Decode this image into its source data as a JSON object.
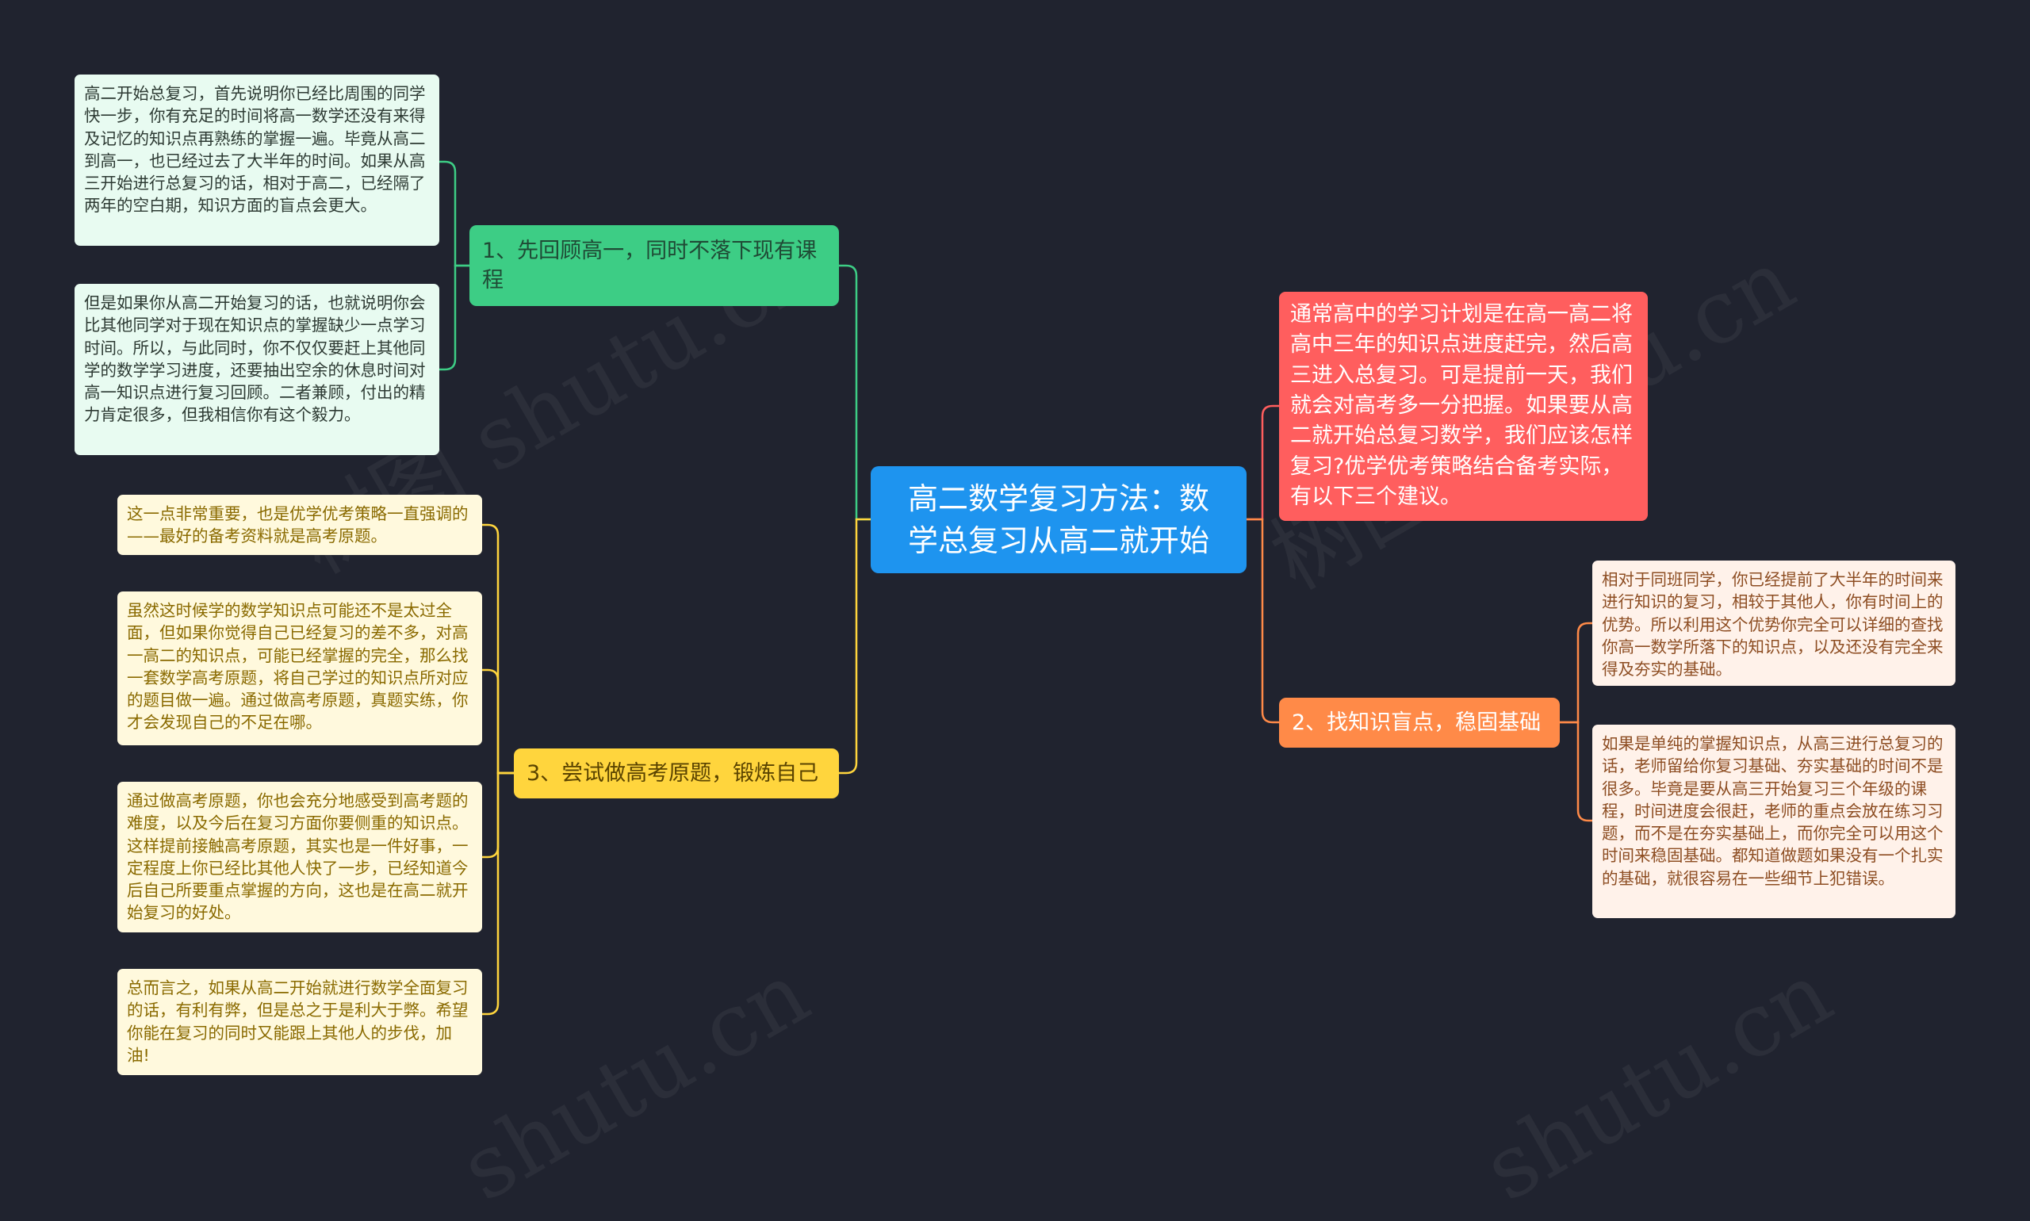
{
  "root": {
    "label": "高二数学复习方法：数学总复习从高二就开始"
  },
  "intro": {
    "text": "通常高中的学习计划是在高一高二将高中三年的知识点进度赶完，然后高三进入总复习。可是提前一天，我们就会对高考多一分把握。如果要从高二就开始总复习数学，我们应该怎样复习?优学优考策略结合备考实际，有以下三个建议。"
  },
  "branch1": {
    "label": "1、先回顾高一，同时不落下现有课程",
    "leaves": [
      "高二开始总复习，首先说明你已经比周围的同学快一步，你有充足的时间将高一数学还没有来得及记忆的知识点再熟练的掌握一遍。毕竟从高二到高一，也已经过去了大半年的时间。如果从高三开始进行总复习的话，相对于高二，已经隔了两年的空白期，知识方面的盲点会更大。",
      "但是如果你从高二开始复习的话，也就说明你会比其他同学对于现在知识点的掌握缺少一点学习时间。所以，与此同时，你不仅仅要赶上其他同学的数学学习进度，还要抽出空余的休息时间对高一知识点进行复习回顾。二者兼顾，付出的精力肯定很多，但我相信你有这个毅力。"
    ]
  },
  "branch2": {
    "label": "2、找知识盲点，稳固基础",
    "leaves": [
      "相对于同班同学，你已经提前了大半年的时间来进行知识的复习，相较于其他人，你有时间上的优势。所以利用这个优势你完全可以详细的查找你高一数学所落下的知识点，以及还没有完全来得及夯实的基础。",
      "如果是单纯的掌握知识点，从高三进行总复习的话，老师留给你复习基础、夯实基础的时间不是很多。毕竟是要从高三开始复习三个年级的课程，时间进度会很赶，老师的重点会放在练习习题，而不是在夯实基础上，而你完全可以用这个时间来稳固基础。都知道做题如果没有一个扎实的基础，就很容易在一些细节上犯错误。"
    ]
  },
  "branch3": {
    "label": "3、尝试做高考原题，锻炼自己",
    "leaves": [
      "这一点非常重要，也是优学优考策略一直强调的——最好的备考资料就是高考原题。",
      "虽然这时候学的数学知识点可能还不是太过全面，但如果你觉得自己已经复习的差不多，对高一高二的知识点，可能已经掌握的完全，那么找一套数学高考原题，将自己学过的知识点所对应的题目做一遍。通过做高考原题，真题实练，你才会发现自己的不足在哪。",
      "通过做高考原题，你也会充分地感受到高考题的难度，以及今后在复习方面你要侧重的知识点。这样提前接触高考原题，其实也是一件好事，一定程度上你已经比其他人快了一步，已经知道今后自己所要重点掌握的方向，这也是在高二就开始复习的好处。",
      "总而言之，如果从高二开始就进行数学全面复习的话，有利有弊，但是总之于是利大于弊。希望你能在复习的同时又能跟上其他人的步伐，加油!"
    ]
  },
  "colors": {
    "background": "#20232f",
    "root": "#1e94ef",
    "green": "#3dcd85",
    "yellow": "#ffd53d",
    "orange": "#ff8a48",
    "red": "#ff5e5e"
  },
  "watermark": [
    "树图 shutu.cn",
    "树图 shutu.cn",
    "shutu.cn",
    "shutu.cn"
  ]
}
